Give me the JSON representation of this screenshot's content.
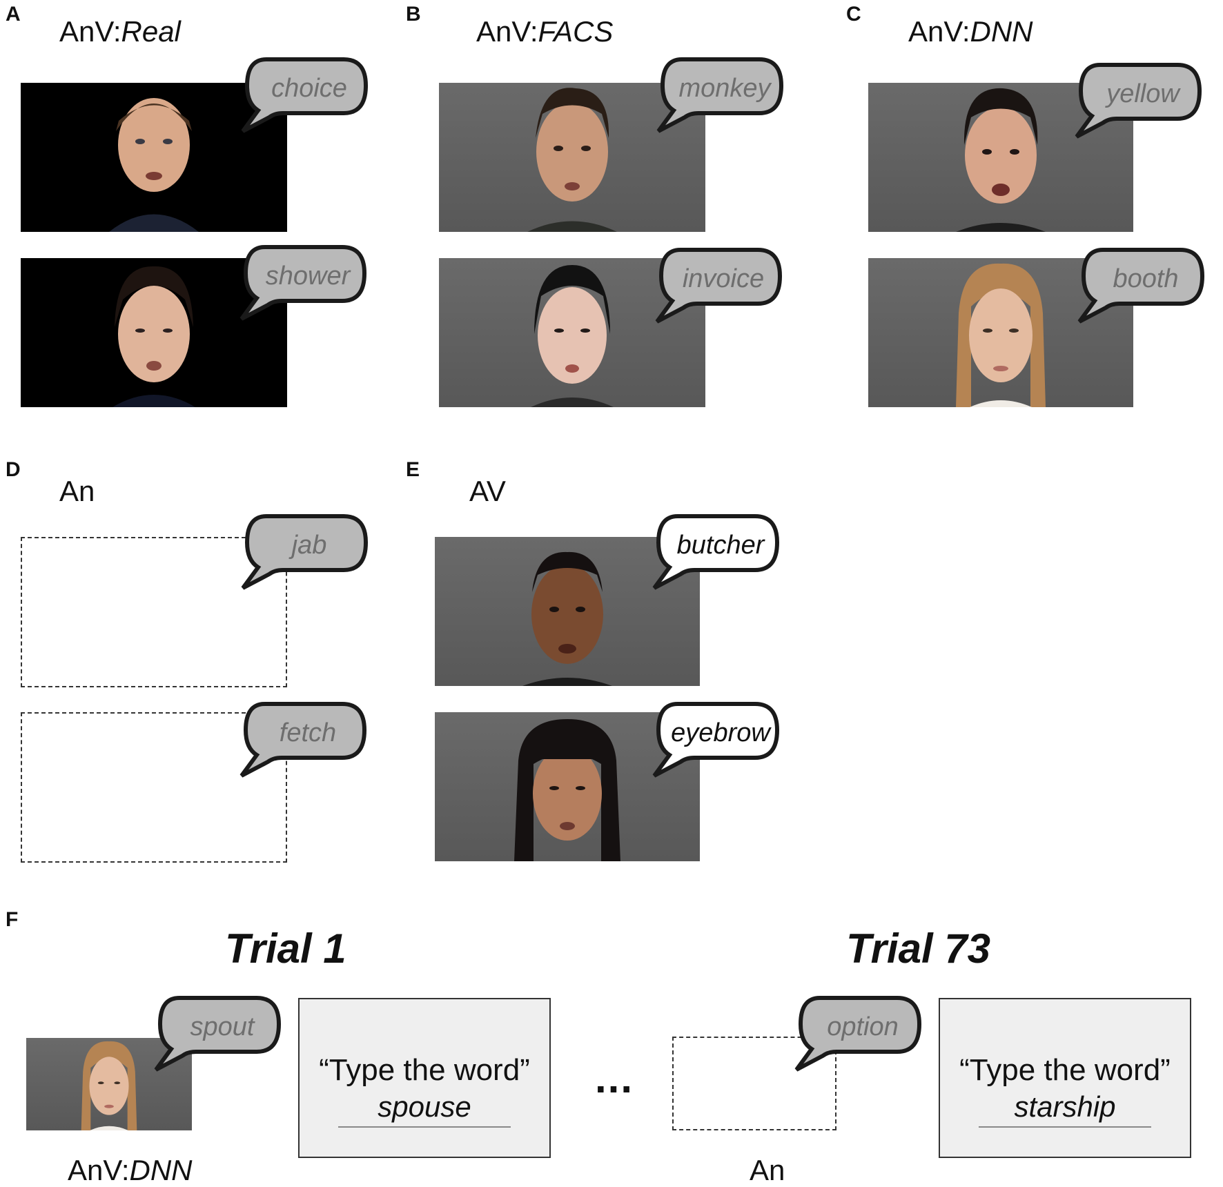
{
  "panels": {
    "A": {
      "letter": "A",
      "title_prefix": "AnV:",
      "title_italic": "Real",
      "words": [
        "choice",
        "shower"
      ]
    },
    "B": {
      "letter": "B",
      "title_prefix": "AnV:",
      "title_italic": "FACS",
      "words": [
        "monkey",
        "invoice"
      ]
    },
    "C": {
      "letter": "C",
      "title_prefix": "AnV:",
      "title_italic": "DNN",
      "words": [
        "yellow",
        "booth"
      ]
    },
    "D": {
      "letter": "D",
      "title": "An",
      "words": [
        "jab",
        "fetch"
      ]
    },
    "E": {
      "letter": "E",
      "title": "AV",
      "words": [
        "butcher",
        "eyebrow"
      ]
    },
    "F": {
      "letter": "F",
      "trial1": {
        "title": "Trial 1",
        "word": "spout",
        "condition_prefix": "AnV:",
        "condition_italic": "DNN",
        "prompt": "“Type the word”",
        "typed": "spouse"
      },
      "ellipsis": "...",
      "trial73": {
        "title": "Trial 73",
        "word": "option",
        "condition": "An",
        "prompt": "“Type the word”",
        "typed": "starship"
      }
    }
  },
  "colors": {
    "noisy_bubble": "#b9b9b9",
    "clear_bubble": "#ffffff",
    "outline": "#1a1a1a",
    "gray_background": "#636363"
  }
}
